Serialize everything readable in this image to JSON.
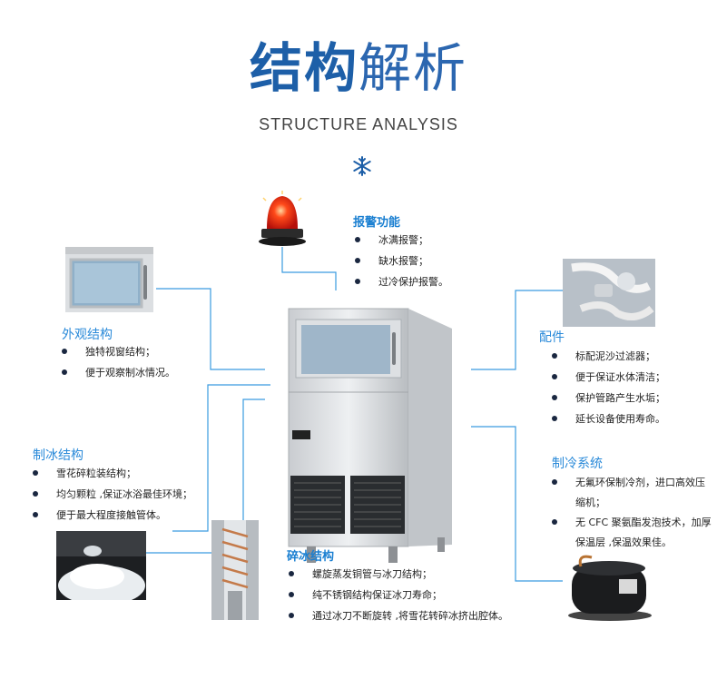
{
  "title": {
    "bold": "结构",
    "light": "解析"
  },
  "subtitle": "STRUCTURE ANALYSIS",
  "snow_icon": "snowflake-icon",
  "accent_color": "#1a7fd1",
  "sections": {
    "alarm": {
      "heading": "报警功能",
      "items": [
        "冰满报警；",
        "缺水报警；",
        "过冷保护报警。"
      ]
    },
    "appearance": {
      "heading": "外观结构",
      "items": [
        "独特视窗结构；",
        "便于观察制冰情况。"
      ]
    },
    "ice_making": {
      "heading": "制冰结构",
      "items": [
        "雪花碎粒装结构；",
        "均匀颗粒 ,保证冰浴最佳环境；",
        "便于最大程度接触管体。"
      ]
    },
    "accessories": {
      "heading": "配件",
      "items": [
        "标配泥沙过滤器；",
        "便于保证水体清洁；",
        "保护管路产生水垢；",
        "延长设备使用寿命。"
      ]
    },
    "cooling": {
      "heading": "制冷系统",
      "items": [
        "无氟环保制冷剂，进口高效压缩机；",
        "无 CFC 聚氨酯发泡技术，加厚保温层 ,保温效果佳。"
      ]
    },
    "crushing": {
      "heading": "碎冰结构",
      "items": [
        "螺旋蒸发铜管与冰刀结构；",
        "纯不锈钢结构保证冰刀寿命；",
        "通过冰刀不断旋转 ,将雪花转碎冰挤出腔体。"
      ]
    }
  }
}
